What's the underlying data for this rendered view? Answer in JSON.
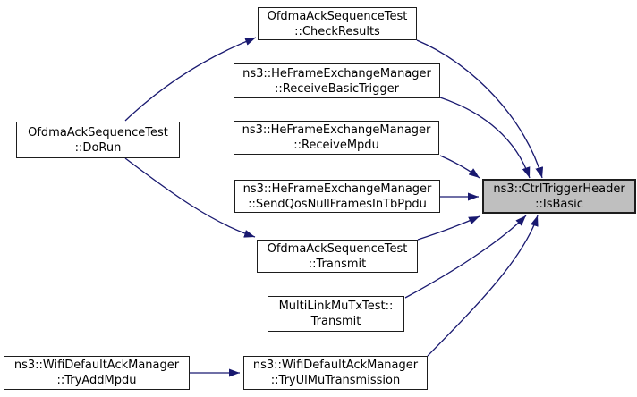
{
  "diagram": {
    "type": "call-graph",
    "colors": {
      "edge": "#191970",
      "node_border": "#1d1d1d",
      "node_fill": "#ffffff",
      "highlight_fill": "#bfbfbf",
      "text": "#000000"
    },
    "nodes": {
      "doRun": {
        "line1": "OfdmaAckSequenceTest",
        "line2": "::DoRun"
      },
      "checkResults": {
        "line1": "OfdmaAckSequenceTest",
        "line2": "::CheckResults"
      },
      "receiveBasicTrigger": {
        "line1": "ns3::HeFrameExchangeManager",
        "line2": "::ReceiveBasicTrigger"
      },
      "receiveMpdu": {
        "line1": "ns3::HeFrameExchangeManager",
        "line2": "::ReceiveMpdu"
      },
      "sendQosNull": {
        "line1": "ns3::HeFrameExchangeManager",
        "line2": "::SendQosNullFramesInTbPpdu"
      },
      "transmitOfdma": {
        "line1": "OfdmaAckSequenceTest",
        "line2": "::Transmit"
      },
      "transmitMultiLink": {
        "line1": "MultiLinkMuTxTest::",
        "line2": "Transmit"
      },
      "tryUlMu": {
        "line1": "ns3::WifiDefaultAckManager",
        "line2": "::TryUlMuTransmission"
      },
      "tryAddMpdu": {
        "line1": "ns3::WifiDefaultAckManager",
        "line2": "::TryAddMpdu"
      },
      "isBasic": {
        "line1": "ns3::CtrlTriggerHeader",
        "line2": "::IsBasic"
      }
    },
    "edges": [
      {
        "from": "doRun",
        "to": "checkResults"
      },
      {
        "from": "doRun",
        "to": "transmitOfdma"
      },
      {
        "from": "checkResults",
        "to": "isBasic"
      },
      {
        "from": "receiveBasicTrigger",
        "to": "isBasic"
      },
      {
        "from": "receiveMpdu",
        "to": "isBasic"
      },
      {
        "from": "sendQosNull",
        "to": "isBasic"
      },
      {
        "from": "transmitOfdma",
        "to": "isBasic"
      },
      {
        "from": "transmitMultiLink",
        "to": "isBasic"
      },
      {
        "from": "tryUlMu",
        "to": "isBasic"
      },
      {
        "from": "tryAddMpdu",
        "to": "tryUlMu"
      }
    ]
  }
}
